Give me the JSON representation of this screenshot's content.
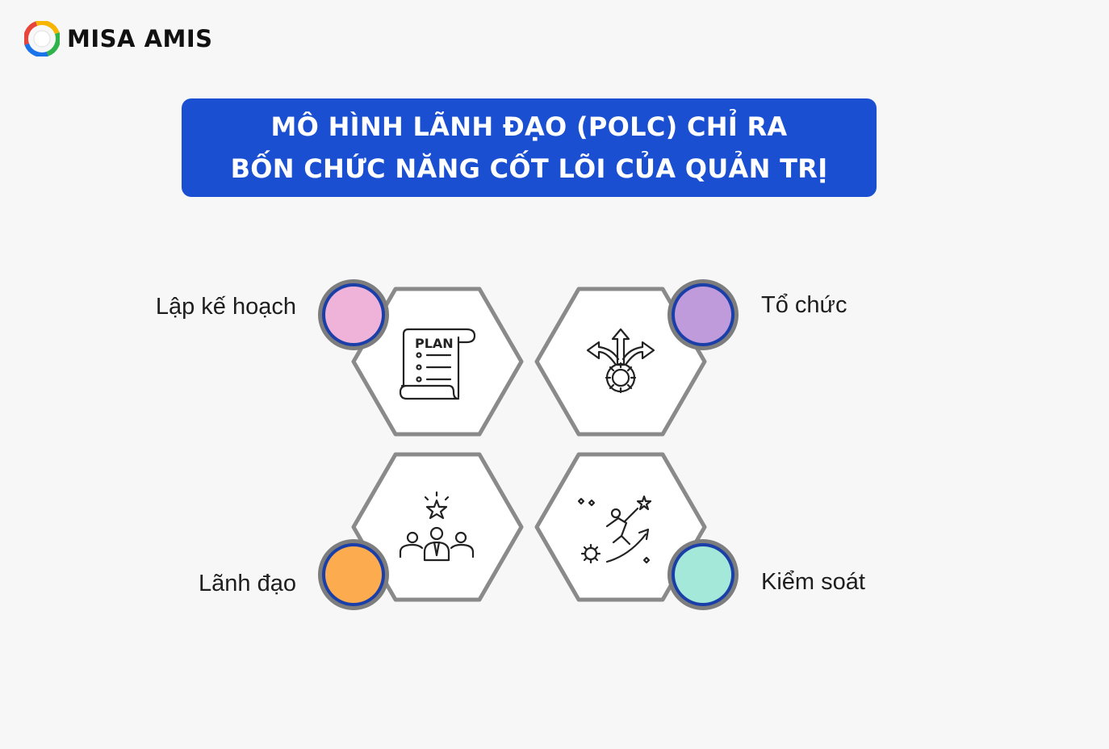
{
  "brand": {
    "name": "MISA AMIS",
    "colors": [
      "#e8443a",
      "#f7b500",
      "#2fb34a",
      "#1a73e8"
    ]
  },
  "title": {
    "line1": "MÔ HÌNH LÃNH ĐẠO (POLC) CHỈ RA",
    "line2": "BỐN CHỨC NĂNG CỐT LÕI CỦA QUẢN TRỊ",
    "background": "#1a4fd1"
  },
  "functions": [
    {
      "label": "Lập kế hoạch",
      "icon": "plan-document-icon",
      "dot_color": "#efb3da",
      "plan_text": "PLAN"
    },
    {
      "label": "Tổ chức",
      "icon": "arrows-gear-icon",
      "dot_color": "#bf9bdc"
    },
    {
      "label": "Lãnh đạo",
      "icon": "team-leader-star-icon",
      "dot_color": "#fcab4f"
    },
    {
      "label": "Kiểm soát",
      "icon": "climber-growth-icon",
      "dot_color": "#a3e8d9"
    }
  ],
  "style": {
    "hexagon_stroke": "#8a8a8a",
    "dot_ring": "#1a3fa8",
    "dot_outer": "#7d7d7d"
  }
}
